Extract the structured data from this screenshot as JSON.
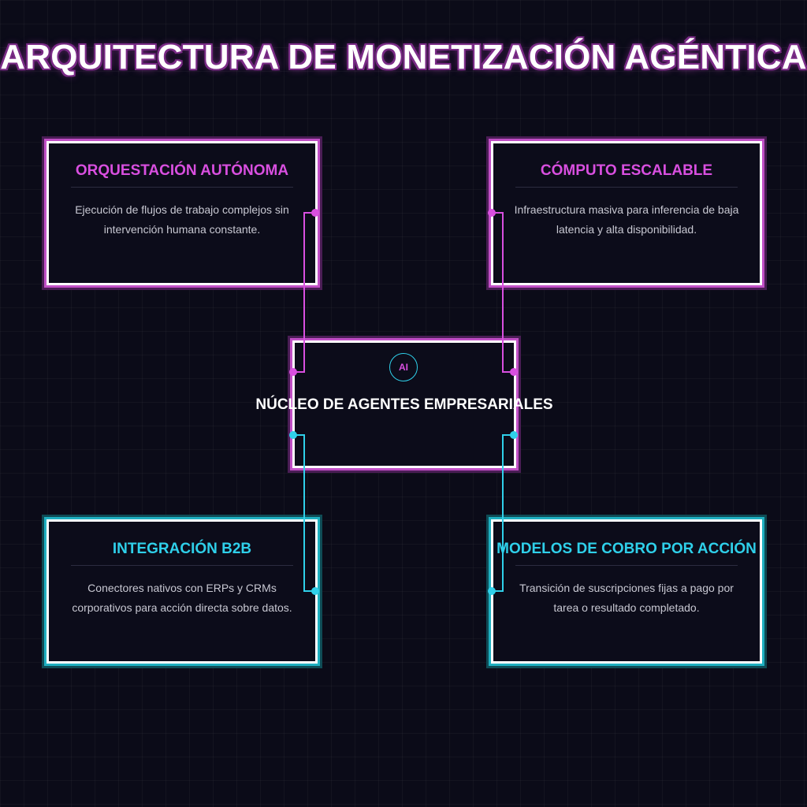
{
  "title": "ARQUITECTURA DE MONETIZACIÓN AGÉNTICA",
  "core": {
    "icon": "AI",
    "label": "NÚCLEO DE AGENTES EMPRESARIALES"
  },
  "nodes": [
    {
      "title": "ORQUESTACIÓN AUTÓNOMA",
      "description": "Ejecución de flujos de trabajo complejos sin intervención humana constante.",
      "color": "#d94fe0"
    },
    {
      "title": "CÓMPUTO ESCALABLE",
      "description": "Infraestructura masiva para inferencia de baja latencia y alta disponibilidad.",
      "color": "#d94fe0"
    },
    {
      "title": "INTEGRACIÓN B2B",
      "description": "Conectores nativos con ERPs y CRMs corporativos para acción directa sobre datos.",
      "color": "#2fd0ea"
    },
    {
      "title": "MODELOS DE COBRO POR ACCIÓN",
      "description": "Transición de suscripciones fijas a pago por tarea o resultado completado.",
      "color": "#2fd0ea"
    }
  ],
  "colors": {
    "background": "#0b0b18",
    "magenta": "#d94fe0",
    "cyan": "#2fd0ea"
  }
}
